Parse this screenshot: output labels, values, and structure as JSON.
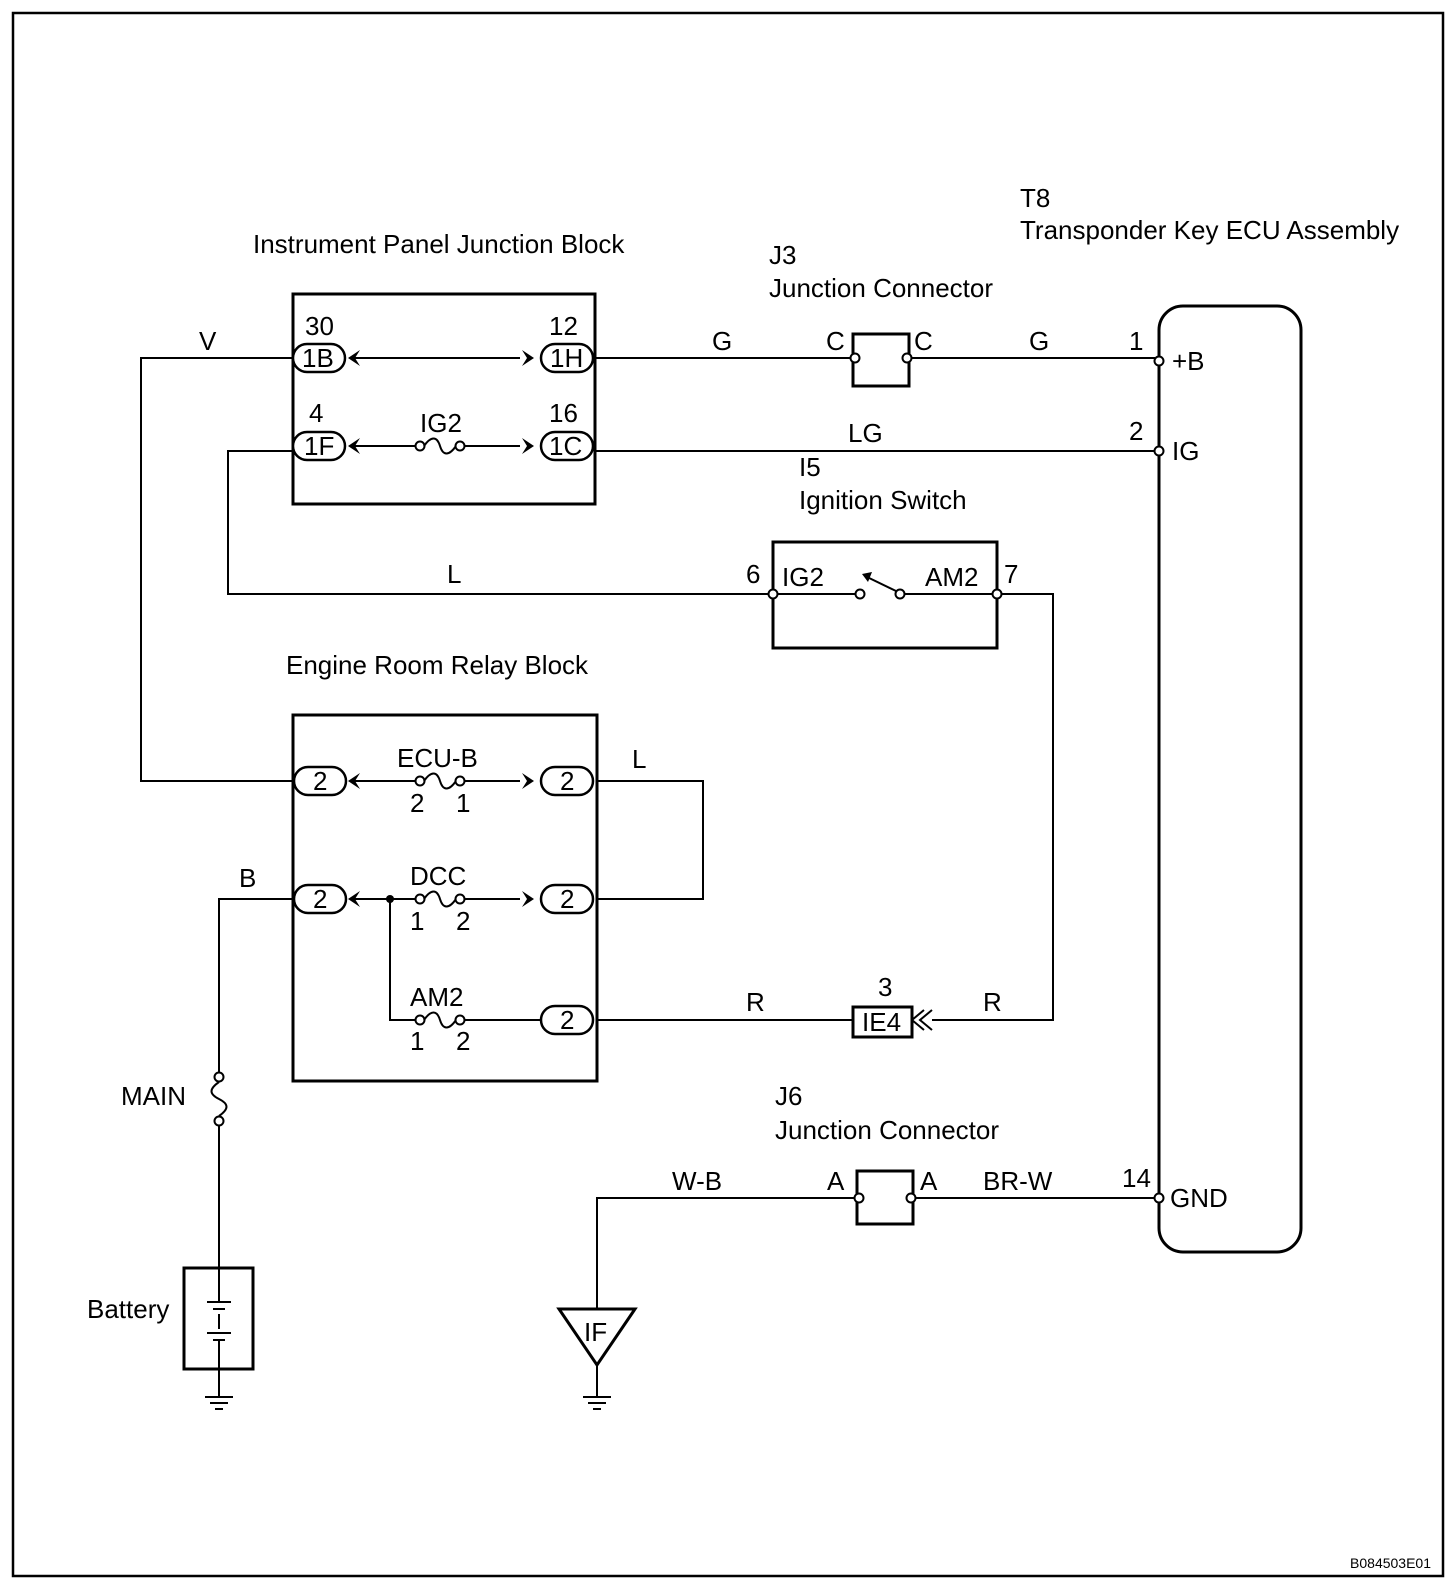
{
  "components": {
    "ipjb": {
      "title": "Instrument Panel Junction Block",
      "fuse": "IG2",
      "pins": {
        "p30": "30",
        "p1b": "1B",
        "p12": "12",
        "p1h": "1H",
        "p4": "4",
        "p1f": "1F",
        "p16": "16",
        "p1c": "1C"
      }
    },
    "j3": {
      "id": "J3",
      "name": "Junction Connector",
      "pin_left": "C",
      "pin_right": "C"
    },
    "t8": {
      "id": "T8",
      "name": "Transponder Key ECU Assembly",
      "pins": [
        {
          "num": "1",
          "term": "+B"
        },
        {
          "num": "2",
          "term": "IG"
        },
        {
          "num": "14",
          "term": "GND"
        }
      ]
    },
    "i5": {
      "id": "I5",
      "name": "Ignition Switch",
      "pin6": "6",
      "pin7": "7",
      "term_left": "IG2",
      "term_right": "AM2"
    },
    "errb": {
      "title": "Engine Room Relay Block",
      "fuses": [
        {
          "name": "ECU-B",
          "left": "2",
          "right": "1"
        },
        {
          "name": "DCC",
          "left": "1",
          "right": "2"
        },
        {
          "name": "AM2",
          "left": "1",
          "right": "2"
        }
      ],
      "connector": "2"
    },
    "ie4": {
      "id": "IE4",
      "pin": "3"
    },
    "j6": {
      "id": "J6",
      "name": "Junction Connector",
      "pin_left": "A",
      "pin_right": "A"
    },
    "ground_if": {
      "label": "IF"
    },
    "main_fuse": {
      "label": "MAIN"
    },
    "battery": {
      "label": "Battery"
    }
  },
  "wires": {
    "v": "V",
    "g_left": "G",
    "g_right": "G",
    "lg": "LG",
    "l_ig": "L",
    "l_dcc": "L",
    "b": "B",
    "r_left": "R",
    "r_right": "R",
    "wb": "W-B",
    "brw": "BR-W"
  },
  "code": "B084503E01"
}
